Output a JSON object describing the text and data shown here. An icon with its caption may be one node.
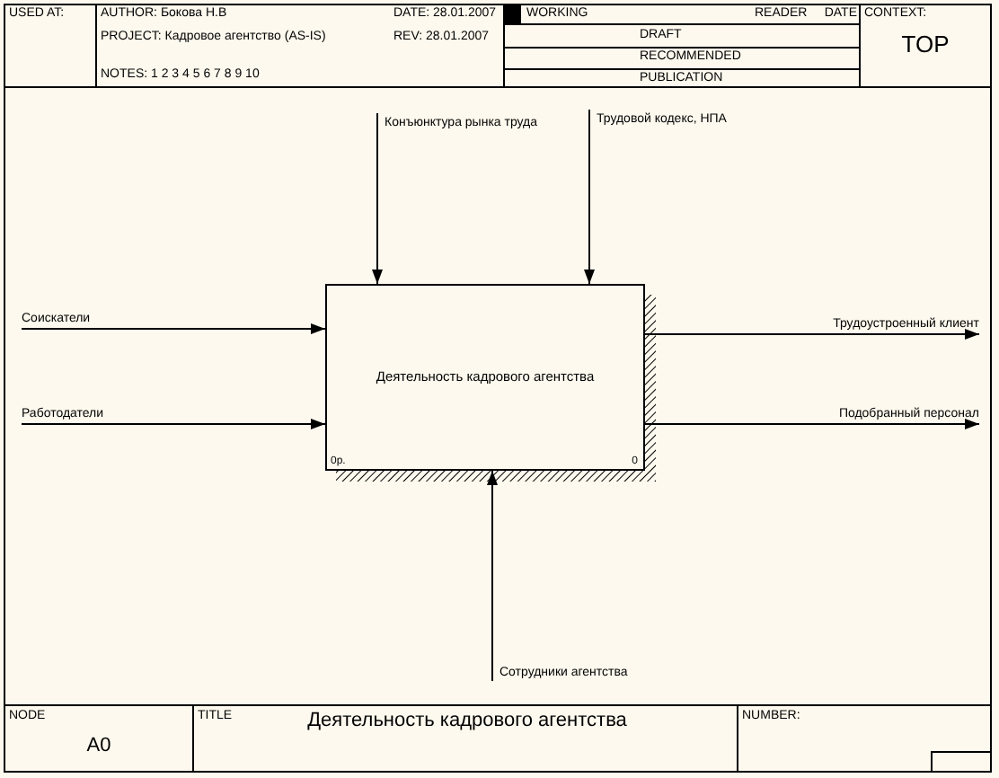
{
  "diagram": {
    "nodes": [
      {
        "text": [
          "Деятельность кадрового агентства",
          "0р.",
          "0"
        ]
      },
      {
        "text": [
          "Конъюнктура рынка труда"
        ]
      },
      {
        "text": [
          "Трудовой кодекс, НПА"
        ]
      },
      {
        "text": [
          "Соискатели"
        ]
      },
      {
        "text": [
          "Работодатели"
        ]
      },
      {
        "text": [
          "Трудоустроенный клиент"
        ]
      },
      {
        "text": [
          "Подобранный персонал"
        ]
      },
      {
        "text": [
          "Сотрудники агентства"
        ]
      }
    ],
    "edges": [
      {
        "from": 1,
        "to": 0,
        "arrow": "to"
      },
      {
        "from": 2,
        "to": 0,
        "arrow": "to"
      },
      {
        "from": 3,
        "to": 0,
        "arrow": "to"
      },
      {
        "from": 4,
        "to": 0,
        "arrow": "to"
      },
      {
        "from": 0,
        "to": 5,
        "arrow": "to"
      },
      {
        "from": 0,
        "to": 6,
        "arrow": "to"
      },
      {
        "from": 7,
        "to": 0,
        "arrow": "to"
      }
    ],
    "labels": [
      "USED AT:",
      "AUTHOR: Бокова Н.В",
      "DATE: 28.01.2007",
      "PROJECT: Кадровое агентство (AS-IS)",
      "REV: 28.01.2007",
      "NOTES: 1 2 3 4 5 6 7 8 9 10",
      "WORKING",
      "READER",
      "DATE",
      "CONTEXT:",
      "DRAFT",
      "RECOMMENDED",
      "PUBLICATION",
      "TOP",
      "NODE",
      "A0",
      "TITLE",
      "Деятельность кадрового агентства",
      "NUMBER:"
    ]
  }
}
